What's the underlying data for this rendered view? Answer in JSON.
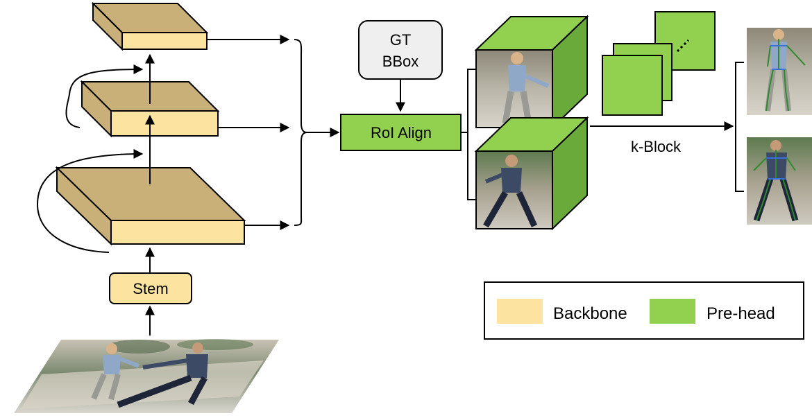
{
  "stem_label": "Stem",
  "gt_bbox": {
    "line1": "GT",
    "line2": "BBox"
  },
  "roi_align_label": "RoI Align",
  "k_block_label": "k-Block",
  "legend": {
    "items": [
      {
        "label": "Backbone",
        "color": "#fde3a0"
      },
      {
        "label": "Pre-head",
        "color": "#92d050"
      }
    ]
  },
  "colors": {
    "backbone_front": "#fde3a0",
    "backbone_top": "#c9b078",
    "prehead": "#92d050",
    "prehead_dark": "#6aaa3a",
    "gt_box": "#efefef"
  },
  "images": {
    "input": "street-photo-two-people-shaking-hands",
    "crop_1": "person-1-crop",
    "crop_2": "person-2-crop",
    "pose_1": "person-1-pose-skeleton",
    "pose_2": "person-2-pose-skeleton"
  }
}
